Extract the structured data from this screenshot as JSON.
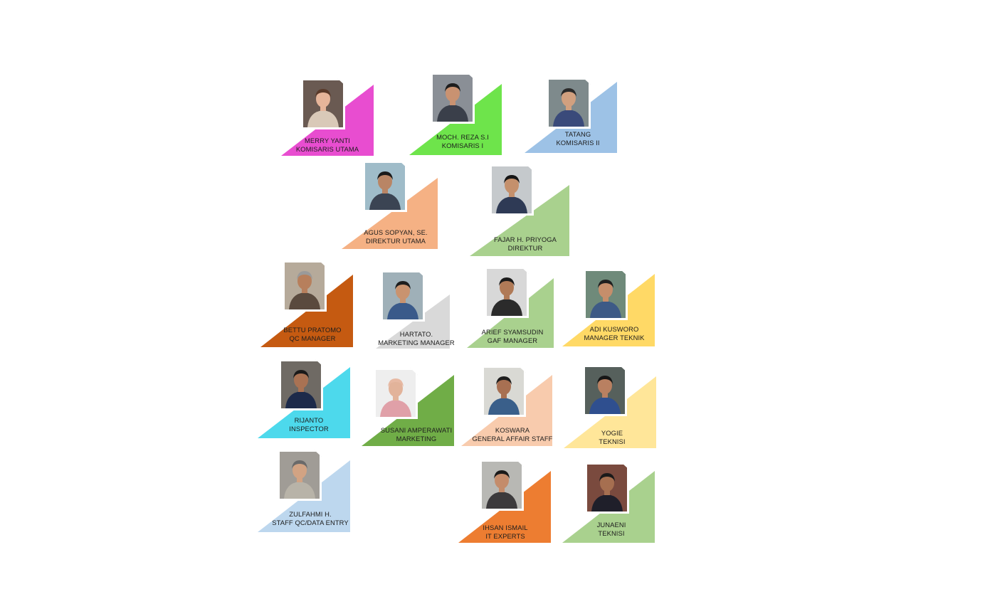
{
  "members": [
    {
      "name": "MERRY YANTI",
      "title": "KOMISARIS UTAMA",
      "color": "#e84dd0",
      "photo_bg": "#6a5a52",
      "skin": "#e6b59a",
      "shirt": "#d9c9b8",
      "hair": "#5a3a2a"
    },
    {
      "name": "MOCH. REZA S.I",
      "title": "KOMISARIS I",
      "color": "#6ee44b",
      "photo_bg": "#8a8f96",
      "skin": "#c99271",
      "shirt": "#3a3f4a",
      "hair": "#1d1d1d"
    },
    {
      "name": "TATANG",
      "title": "KOMISARIS II",
      "color": "#9dc2e6",
      "photo_bg": "#7e8a8c",
      "skin": "#d1a07f",
      "shirt": "#3a4a7a",
      "hair": "#2a2a2a"
    },
    {
      "name": "AGUS SOPYAN, SE.",
      "title": "DIREKTUR UTAMA",
      "color": "#f5b184",
      "photo_bg": "#9fbcc9",
      "skin": "#b98565",
      "shirt": "#3b4453",
      "hair": "#1a1a1a"
    },
    {
      "name": "FAJAR H. PRIYOGA",
      "title": "DIREKTUR",
      "color": "#a9d18e",
      "photo_bg": "#c5c9cc",
      "skin": "#c4906c",
      "shirt": "#2e3a55",
      "hair": "#161616"
    },
    {
      "name": "BETTU PRATOMO",
      "title": "QC MANAGER",
      "color": "#c55a11",
      "photo_bg": "#b6aa9a",
      "skin": "#b77f5c",
      "shirt": "#5a4a3e",
      "hair": "#9a9a9a"
    },
    {
      "name": "HARTATO.",
      "title": "MARKETING MANAGER",
      "color": "#d9d9d9",
      "photo_bg": "#9fb0b8",
      "skin": "#c9936f",
      "shirt": "#3a5a8a",
      "hair": "#1d1d1d"
    },
    {
      "name": "ARIEF SYAMSUDIN",
      "title": "GAF MANAGER",
      "color": "#a9d18e",
      "photo_bg": "#d8d8d8",
      "skin": "#b07a57",
      "shirt": "#2b2b2b",
      "hair": "#1b1b1b"
    },
    {
      "name": "ADI KUSWORO",
      "title": "MANAGER TEKNIK",
      "color": "#ffd966",
      "photo_bg": "#6f8a7a",
      "skin": "#c58e6b",
      "shirt": "#3d5a86",
      "hair": "#1f1f1f"
    },
    {
      "name": "RIJANTO",
      "title": "INSPECTOR",
      "color": "#4dd9ec",
      "photo_bg": "#6f6a64",
      "skin": "#a97253",
      "shirt": "#1d2a4a",
      "hair": "#1a1a1a"
    },
    {
      "name": "SUSANI AMPERAWATI",
      "title": "MARKETING",
      "color": "#70ad47",
      "photo_bg": "#eeeeee",
      "skin": "#e2b39a",
      "shirt": "#e0a0a8",
      "hair": "#e7b9a3"
    },
    {
      "name": "KOSWARA",
      "title": "GENERAL AFFAIR STAFF",
      "color": "#f8cbad",
      "photo_bg": "#d9d9d4",
      "skin": "#a87052",
      "shirt": "#3a5f8a",
      "hair": "#1e1e1e"
    },
    {
      "name": "YOGIE",
      "title": "TEKNISI",
      "color": "#ffe699",
      "photo_bg": "#56605c",
      "skin": "#b98061",
      "shirt": "#2f4f8f",
      "hair": "#171717"
    },
    {
      "name": "ZULFAHMI H.",
      "title": "STAFF QC/DATA ENTRY",
      "color": "#bdd7ee",
      "photo_bg": "#a09c96",
      "skin": "#d2a383",
      "shirt": "#b8b3a8",
      "hair": "#6a6a6a"
    },
    {
      "name": "IHSAN ISMAIL",
      "title": "IT EXPERTS",
      "color": "#ed7d31",
      "photo_bg": "#b8b8b4",
      "skin": "#c48c6b",
      "shirt": "#3c3a3c",
      "hair": "#1a1a1a"
    },
    {
      "name": "JUNAENI",
      "title": "TEKNISI",
      "color": "#a9d18e",
      "photo_bg": "#7a4a3e",
      "skin": "#a66f50",
      "shirt": "#1f1f2a",
      "hair": "#1a1a1a"
    }
  ]
}
